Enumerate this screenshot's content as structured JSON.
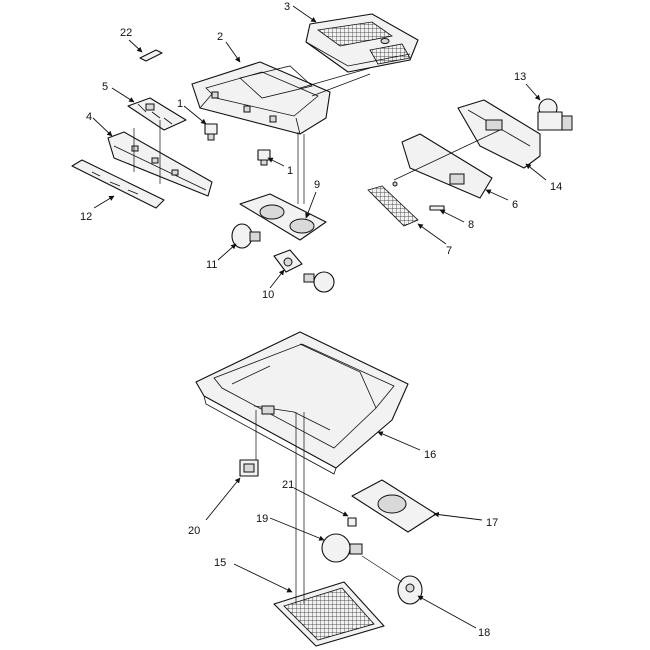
{
  "callouts": [
    {
      "id": "c22",
      "text": "22"
    },
    {
      "id": "c2",
      "text": "2"
    },
    {
      "id": "c3",
      "text": "3"
    },
    {
      "id": "c5",
      "text": "5"
    },
    {
      "id": "c1a",
      "text": "1"
    },
    {
      "id": "c4",
      "text": "4"
    },
    {
      "id": "c1b",
      "text": "1"
    },
    {
      "id": "c9",
      "text": "9"
    },
    {
      "id": "c12",
      "text": "12"
    },
    {
      "id": "c11",
      "text": "11"
    },
    {
      "id": "c10",
      "text": "10"
    },
    {
      "id": "c13",
      "text": "13"
    },
    {
      "id": "c14",
      "text": "14"
    },
    {
      "id": "c6",
      "text": "6"
    },
    {
      "id": "c8",
      "text": "8"
    },
    {
      "id": "c7",
      "text": "7"
    },
    {
      "id": "c16",
      "text": "16"
    },
    {
      "id": "c21",
      "text": "21"
    },
    {
      "id": "c17",
      "text": "17"
    },
    {
      "id": "c20",
      "text": "20"
    },
    {
      "id": "c19",
      "text": "19"
    },
    {
      "id": "c15",
      "text": "15"
    },
    {
      "id": "c18",
      "text": "18"
    }
  ]
}
